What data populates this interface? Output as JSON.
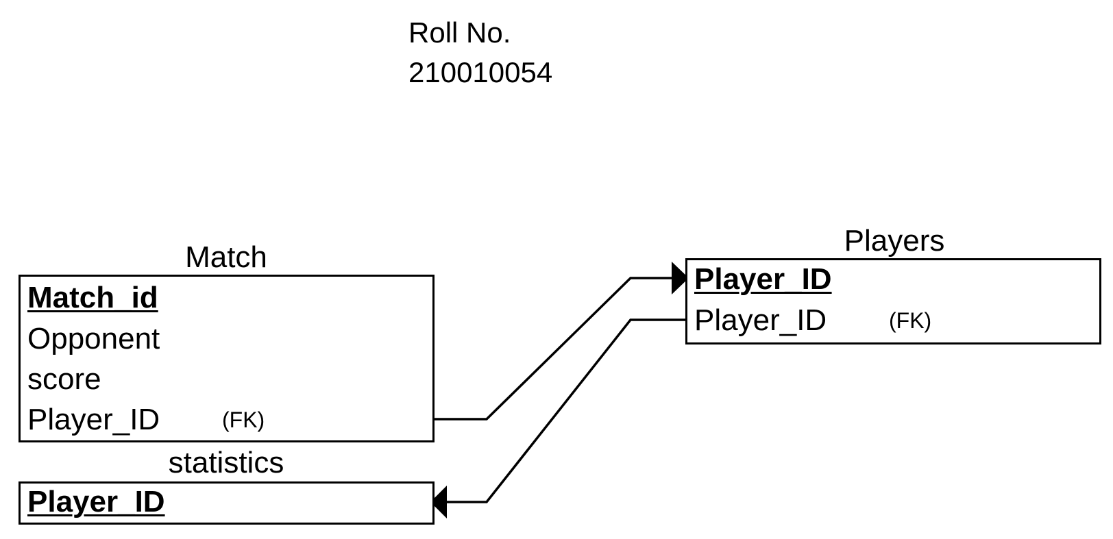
{
  "header": {
    "roll_label": "Roll No.",
    "roll_number": "210010054"
  },
  "entities": {
    "match": {
      "title": "Match",
      "attributes": [
        {
          "name": "Match_id",
          "primary_key": true,
          "fk_label": ""
        },
        {
          "name": "Opponent",
          "primary_key": false,
          "fk_label": ""
        },
        {
          "name": "score",
          "primary_key": false,
          "fk_label": ""
        },
        {
          "name": "Player_ID",
          "primary_key": false,
          "fk_label": "(FK)"
        }
      ]
    },
    "statistics": {
      "title": "statistics",
      "attributes": [
        {
          "name": "Player_ID",
          "primary_key": true,
          "fk_label": ""
        }
      ]
    },
    "players": {
      "title": "Players",
      "attributes": [
        {
          "name": "Player_ID",
          "primary_key": true,
          "fk_label": ""
        },
        {
          "name": "Player_ID",
          "primary_key": false,
          "fk_label": "(FK)"
        }
      ]
    }
  },
  "relationships": [
    {
      "from": "Match.Player_ID",
      "to": "Players.Player_ID"
    },
    {
      "from": "Players.Player_ID",
      "to": "statistics.Player_ID"
    }
  ],
  "colors": {
    "line": "#000000",
    "background": "#ffffff"
  }
}
